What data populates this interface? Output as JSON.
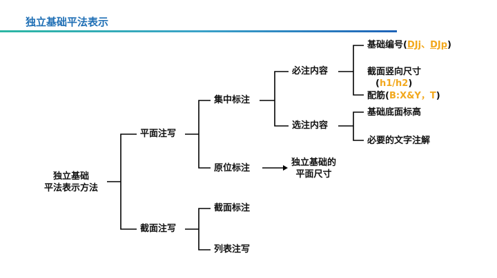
{
  "title": "独立基础平法表示",
  "colors": {
    "title": "#1f6fb5",
    "highlight": "#f2a81d",
    "line": "#000000"
  },
  "nodes": {
    "root_line1": "独立基础",
    "root_line2": "平法表示方法",
    "plan": "平面注写",
    "section": "截面注写",
    "centralized": "集中标注",
    "in_situ": "原位标注",
    "required": "必注内容",
    "optional": "选注内容",
    "plan_size_line1": "独立基础的",
    "plan_size_line2": "平面尺寸",
    "section_mark": "截面标注",
    "table_note": "列表注写",
    "leaf_code_prefix": "基础编号",
    "leaf_code_open": "(",
    "leaf_code_a": "DJj",
    "leaf_code_sep": "、",
    "leaf_code_b": "DJp",
    "leaf_code_close": ")",
    "leaf_size_line1": "截面竖向尺寸",
    "leaf_size_open": "(",
    "leaf_size_h": "h1/h2",
    "leaf_size_close": ")",
    "leaf_rebar_prefix": "配筋",
    "leaf_rebar_open": "(",
    "leaf_rebar_value": "B:X&Y，T",
    "leaf_rebar_close": ")",
    "leaf_bottom_elev": "基础底面标高",
    "leaf_text_note": "必要的文字注解"
  }
}
